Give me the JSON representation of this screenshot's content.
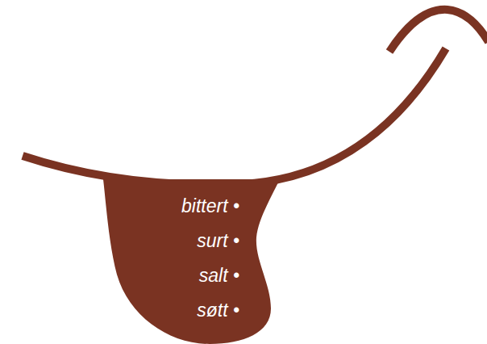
{
  "diagram": {
    "nodes": [
      {
        "text": [
          "bittert •",
          "surt •",
          "salt •",
          "søtt •"
        ]
      }
    ]
  }
}
